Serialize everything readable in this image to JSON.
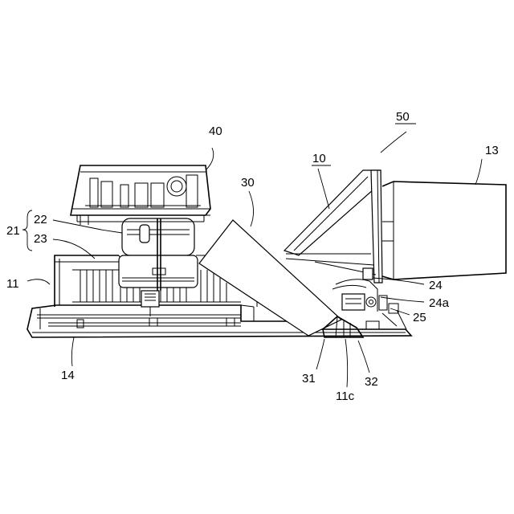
{
  "labels": {
    "l40": "40",
    "l50": "50",
    "l10": "10",
    "l13": "13",
    "l30": "30",
    "l21": "21",
    "l22": "22",
    "l23": "23",
    "l11": "11",
    "l24": "24",
    "l24a": "24a",
    "l25": "25",
    "l14": "14",
    "l31": "31",
    "l11c": "11c",
    "l32": "32"
  }
}
